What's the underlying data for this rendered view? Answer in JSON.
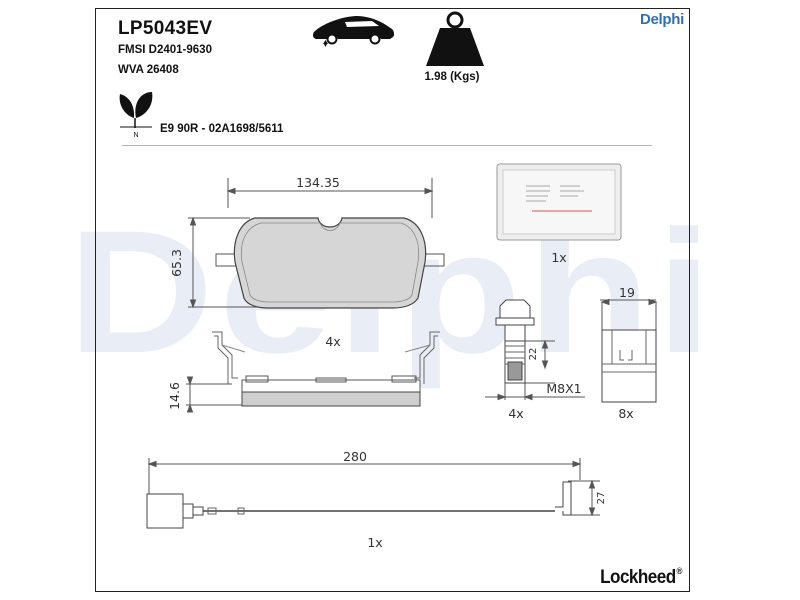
{
  "header": {
    "part_number": "LP5043EV",
    "fmsi": "FMSI D2401-9630",
    "wva": "WVA 26408",
    "ece_approval": "E9 90R - 02A1698/5611",
    "weight": "1.98 (Kgs)",
    "brand": "Delphi",
    "manufacturer": "Lockheed",
    "registered_mark": "®",
    "eco_mark": "N"
  },
  "icons": {
    "car": "car-icon",
    "weight": "weight-icon",
    "eco": "leaf-icon"
  },
  "watermark": "Delphi",
  "dimensions": {
    "pad_width": "134.35",
    "pad_height": "65.3",
    "backing_thickness": "14.6",
    "bolt_length": "22",
    "bolt_thread": "M8X1",
    "clip_width": "19",
    "sensor_length": "280",
    "sensor_height": "27"
  },
  "quantities": {
    "grease_sachet": "1x",
    "springs": "4x",
    "bolts": "4x",
    "clips": "8x",
    "sensor": "1x"
  },
  "colors": {
    "brand_blue": "#2f6fb6",
    "line": "#444444",
    "watermark": "#e9eef6"
  }
}
